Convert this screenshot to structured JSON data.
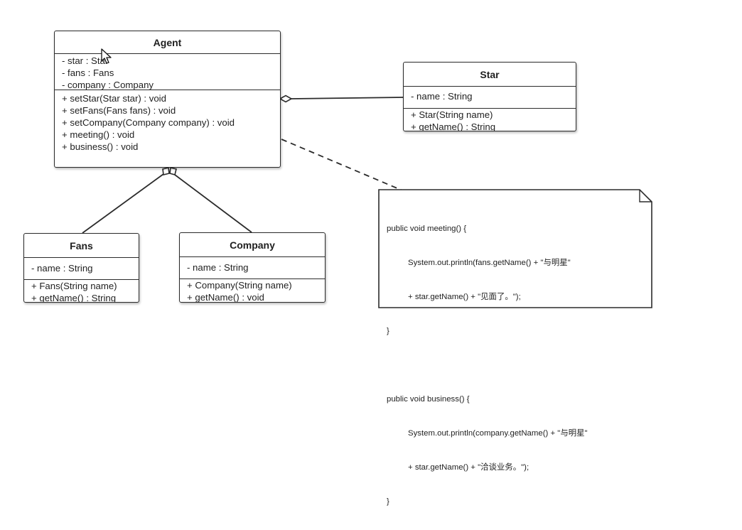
{
  "diagram": {
    "classes": {
      "agent": {
        "name": "Agent",
        "attributes": [
          "- star : Star",
          "- fans : Fans",
          "- company : Company"
        ],
        "methods": [
          "+ setStar(Star star) : void",
          "+ setFans(Fans fans) : void",
          "+ setCompany(Company company) : void",
          "+ meeting() : void",
          "+ business() : void"
        ]
      },
      "star": {
        "name": "Star",
        "attributes": [
          "- name : String"
        ],
        "methods": [
          "+ Star(String name)",
          "+ getName() : String"
        ]
      },
      "fans": {
        "name": "Fans",
        "attributes": [
          "- name : String"
        ],
        "methods": [
          "+ Fans(String name)",
          "+ getName() : String"
        ]
      },
      "company": {
        "name": "Company",
        "attributes": [
          "- name : String"
        ],
        "methods": [
          "+ Company(String name)",
          "+ getName() : void"
        ]
      }
    },
    "note": {
      "lines": [
        "public void meeting() {",
        "System.out.println(fans.getName() + \"与明星\"",
        "+ star.getName() + \"见面了。\");",
        "}",
        "public void business() {",
        "System.out.println(company.getName() + \"与明星\"",
        "+ star.getName() + \"洽谈业务。\");",
        "}"
      ]
    },
    "relations": [
      {
        "from": "Agent",
        "to": "Star",
        "type": "aggregation"
      },
      {
        "from": "Agent",
        "to": "Fans",
        "type": "aggregation"
      },
      {
        "from": "Agent",
        "to": "Company",
        "type": "aggregation"
      },
      {
        "from": "Agent",
        "to": "note",
        "type": "note-link"
      }
    ],
    "colors": {
      "line": "#2b2b2b",
      "background": "#ffffff"
    },
    "cursor_icon": "arrow-cursor-icon"
  }
}
